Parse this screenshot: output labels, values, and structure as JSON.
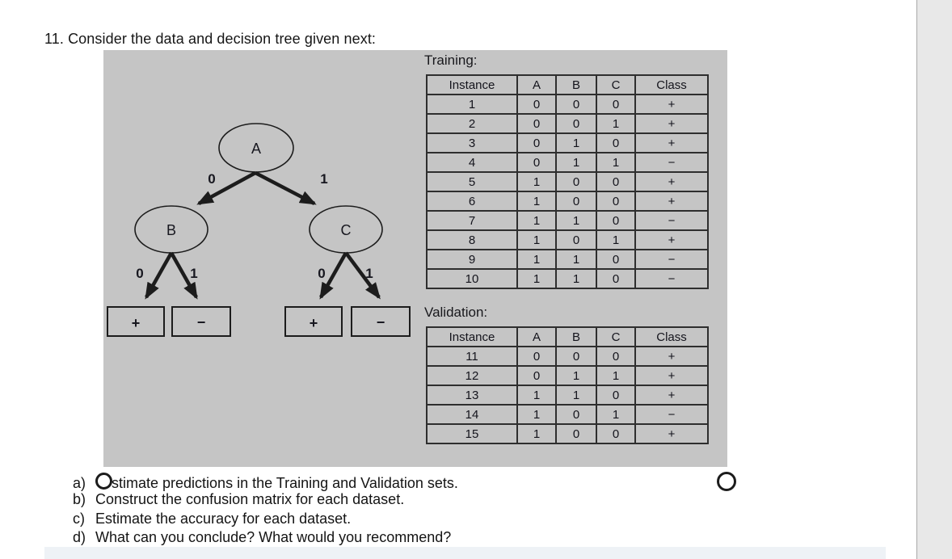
{
  "problem": {
    "title": "11. Consider the data and decision tree given next:",
    "items": [
      {
        "letter": "a)",
        "text": "stimate predictions in the Training and Validation sets.",
        "circled_prefix": true
      },
      {
        "letter": "b)",
        "text": "Construct the confusion matrix for each dataset."
      },
      {
        "letter": "c)",
        "text": "Estimate the accuracy for each dataset."
      },
      {
        "letter": "d)",
        "text": "What can you conclude? What would you recommend?"
      }
    ]
  },
  "figure": {
    "tree": {
      "root_label": "A",
      "left_node_label": "B",
      "right_node_label": "C",
      "edge_a_left": "0",
      "edge_a_right": "1",
      "edge_b_left": "0",
      "edge_b_right": "1",
      "edge_c_left": "0",
      "edge_c_right": "1",
      "leaf_b0": "+",
      "leaf_b1": "−",
      "leaf_c0": "+",
      "leaf_c1": "−"
    },
    "training": {
      "label": "Training:",
      "headers": [
        "Instance",
        "A",
        "B",
        "C",
        "Class"
      ],
      "rows": [
        [
          "1",
          "0",
          "0",
          "0",
          "+"
        ],
        [
          "2",
          "0",
          "0",
          "1",
          "+"
        ],
        [
          "3",
          "0",
          "1",
          "0",
          "+"
        ],
        [
          "4",
          "0",
          "1",
          "1",
          "−"
        ],
        [
          "5",
          "1",
          "0",
          "0",
          "+"
        ],
        [
          "6",
          "1",
          "0",
          "0",
          "+"
        ],
        [
          "7",
          "1",
          "1",
          "0",
          "−"
        ],
        [
          "8",
          "1",
          "0",
          "1",
          "+"
        ],
        [
          "9",
          "1",
          "1",
          "0",
          "−"
        ],
        [
          "10",
          "1",
          "1",
          "0",
          "−"
        ]
      ]
    },
    "validation": {
      "label": "Validation:",
      "headers": [
        "Instance",
        "A",
        "B",
        "C",
        "Class"
      ],
      "rows": [
        [
          "11",
          "0",
          "0",
          "0",
          "+"
        ],
        [
          "12",
          "0",
          "1",
          "1",
          "+"
        ],
        [
          "13",
          "1",
          "1",
          "0",
          "+"
        ],
        [
          "14",
          "1",
          "0",
          "1",
          "−"
        ],
        [
          "15",
          "1",
          "0",
          "0",
          "+"
        ]
      ]
    }
  },
  "colors": {
    "figure_bg": "#c5c5c5",
    "panel_bg": "#e8e8e8",
    "band_bg": "#eef2f6",
    "ink": "#1c1c1c"
  }
}
